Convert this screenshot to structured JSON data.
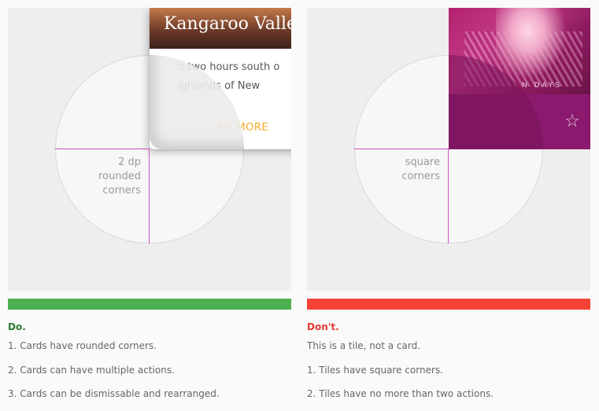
{
  "do": {
    "card": {
      "title": "Kangaroo Valle",
      "text_line1": "d two hours south o",
      "text_line2": "ighlands of New",
      "action": "RN MORE"
    },
    "callout": "2 dp\nrounded\ncorners",
    "bar_color": "#4caf50",
    "verdict": "Do.",
    "points": [
      "1. Cards have rounded corners.",
      "2. Cards can have multiple actions.",
      "3. Cards can be dismissable and rearranged."
    ]
  },
  "dont": {
    "tile": {
      "caption": "N DAYS",
      "action_icon": "star-icon"
    },
    "callout": "square\ncorners",
    "bar_color": "#f44336",
    "verdict": "Don't.",
    "subtitle": "This is a tile, not a card.",
    "points": [
      "1. Tiles have square corners.",
      "2. Tiles have no more than two actions."
    ]
  },
  "colors": {
    "guide_line": "#d04ec0",
    "accent_action": "#f9a825",
    "tile_bar": "#8b1a6e"
  }
}
